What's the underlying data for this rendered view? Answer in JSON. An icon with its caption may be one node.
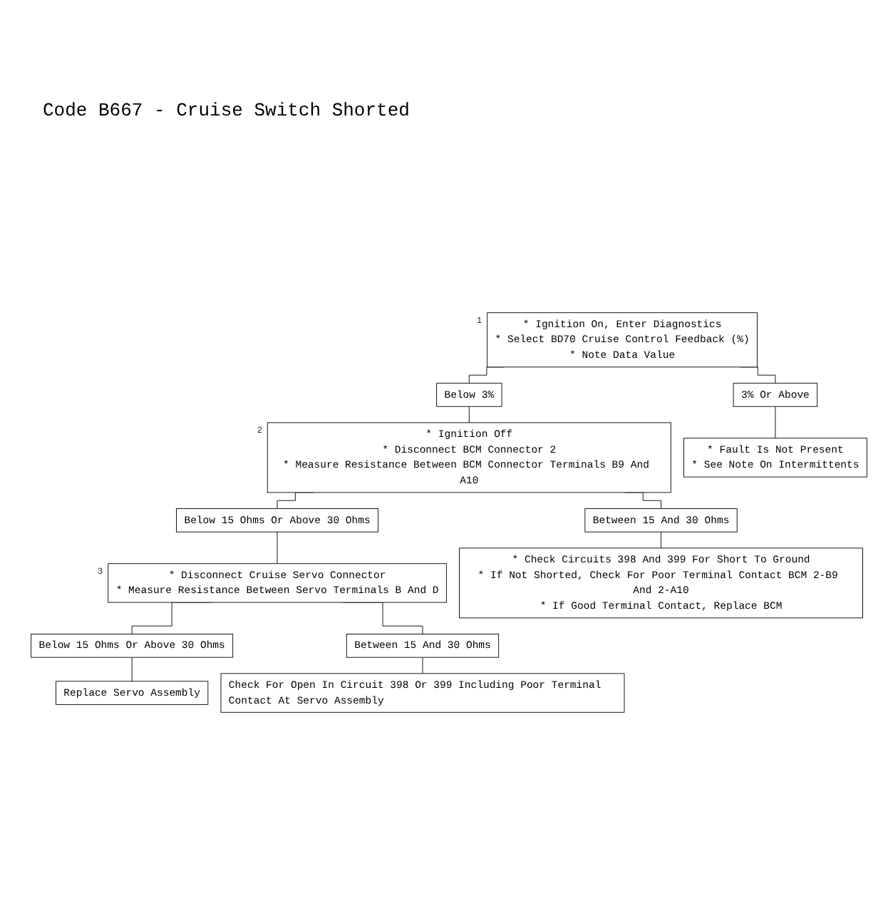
{
  "diagram": {
    "title": "Code B667 - Cruise Switch Shorted",
    "nodes": [
      {
        "text": [
          "* Ignition On, Enter Diagnostics",
          "* Select BD70 Cruise Control Feedback (%)",
          "* Note Data Value"
        ],
        "beside": [
          "1"
        ]
      },
      {
        "text": [
          "Below 3%"
        ]
      },
      {
        "text": [
          "3% Or Above"
        ]
      },
      {
        "text": [
          "* Ignition Off",
          "* Disconnect BCM Connector 2",
          "* Measure Resistance Between BCM Connector Terminals B9 And A10"
        ],
        "beside": [
          "2"
        ]
      },
      {
        "text": [
          "* Fault Is Not Present",
          "* See Note On Intermittents"
        ]
      },
      {
        "text": [
          "Below 15 Ohms Or Above 30 Ohms"
        ]
      },
      {
        "text": [
          "Between 15 And 30 Ohms"
        ]
      },
      {
        "text": [
          "* Disconnect Cruise Servo Connector",
          "* Measure Resistance Between Servo Terminals B And D"
        ],
        "beside": [
          "3"
        ]
      },
      {
        "text": [
          "* Check Circuits 398 And 399 For Short To Ground",
          "* If Not Shorted, Check For Poor Terminal Contact BCM 2-B9 And 2-A10",
          "* If Good Terminal Contact, Replace BCM"
        ]
      },
      {
        "text": [
          "Below 15 Ohms Or Above 30 Ohms"
        ]
      },
      {
        "text": [
          "Replace Servo Assembly"
        ]
      },
      {
        "text": [
          "Between 15 And 30 Ohms"
        ]
      },
      {
        "text": [
          "Check For Open In Circuit 398 Or 399 Including Poor Terminal Contact At Servo Assembly"
        ]
      }
    ],
    "edges": [
      {
        "from": 0,
        "to": 1,
        "arrow": "none"
      },
      {
        "from": 0,
        "to": 2,
        "arrow": "none"
      },
      {
        "from": 1,
        "to": 3,
        "arrow": "none"
      },
      {
        "from": 2,
        "to": 4,
        "arrow": "none"
      },
      {
        "from": 3,
        "to": 5,
        "arrow": "none"
      },
      {
        "from": 3,
        "to": 6,
        "arrow": "none"
      },
      {
        "from": 5,
        "to": 7,
        "arrow": "none"
      },
      {
        "from": 6,
        "to": 8,
        "arrow": "none"
      },
      {
        "from": 7,
        "to": 9,
        "arrow": "none"
      },
      {
        "from": 9,
        "to": 10,
        "arrow": "none"
      },
      {
        "from": 7,
        "to": 11,
        "arrow": "none"
      },
      {
        "from": 11,
        "to": 12,
        "arrow": "none"
      }
    ]
  }
}
